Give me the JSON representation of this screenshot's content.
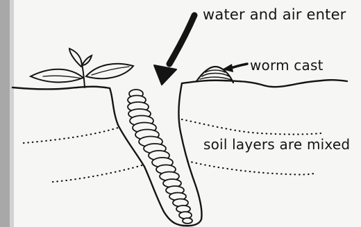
{
  "labels": {
    "water_air": "water and air enter",
    "worm_cast": "worm cast",
    "soil_layers": "soil layers are mixed"
  },
  "colors": {
    "ink": "#141414",
    "paper": "#f6f6f4",
    "left_edge_shadow": "#9a9a9a"
  }
}
